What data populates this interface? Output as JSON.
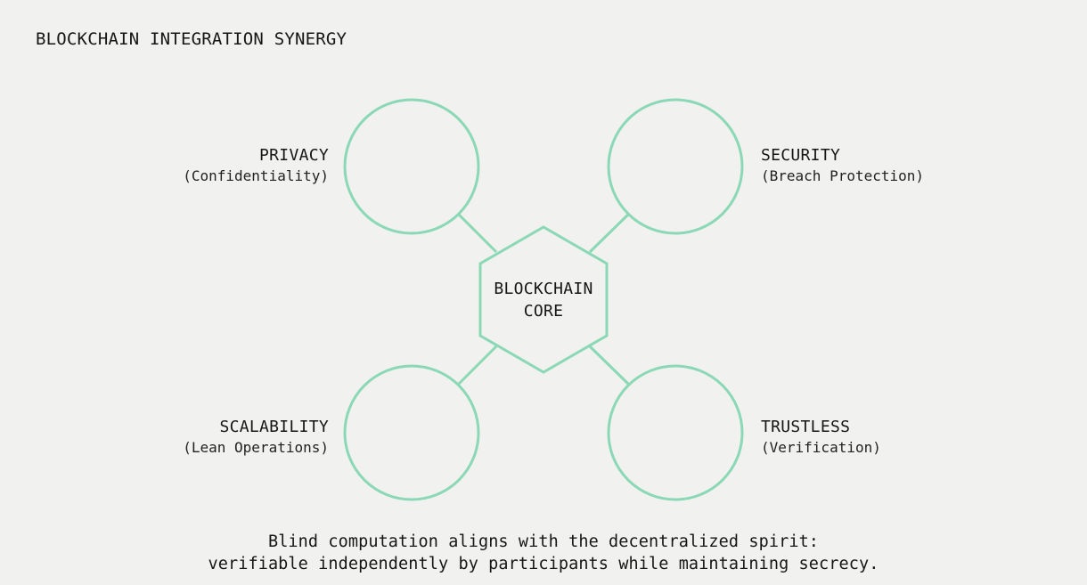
{
  "title": "BLOCKCHAIN INTEGRATION SYNERGY",
  "colors": {
    "background": "#f1f1ef",
    "accent": "#8ad8b5",
    "text": "#161616"
  },
  "core": {
    "line1": "BLOCKCHAIN",
    "line2": "CORE"
  },
  "nodes": {
    "privacy": {
      "name": "PRIVACY",
      "sub": "(Confidentiality)"
    },
    "security": {
      "name": "SECURITY",
      "sub": "(Breach Protection)"
    },
    "scalability": {
      "name": "SCALABILITY",
      "sub": "(Lean Operations)"
    },
    "trustless": {
      "name": "TRUSTLESS",
      "sub": "(Verification)"
    }
  },
  "caption": {
    "line1": "Blind computation aligns with the decentralized spirit:",
    "line2": "verifiable independently by participants while maintaining secrecy."
  }
}
